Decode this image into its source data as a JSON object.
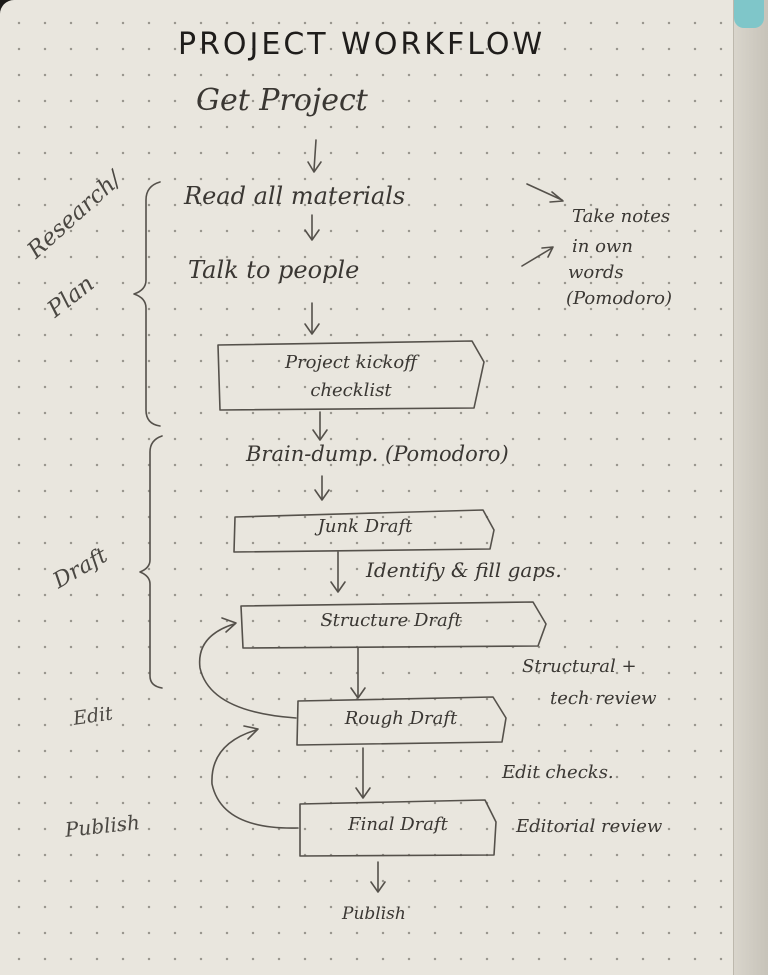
{
  "title": "PROJECT WORKFLOW",
  "steps": {
    "get_project": "Get Project",
    "read_materials": "Read all materials",
    "talk_people": "Talk to people",
    "kickoff_line1": "Project kickoff",
    "kickoff_line2": "checklist",
    "brain_dump": "Brain-dump. (Pomodoro)",
    "junk_draft": "Junk Draft",
    "identify_gaps": "Identify & fill gaps.",
    "structure_draft": "Structure Draft",
    "structural_line1": "Structural +",
    "structural_line2": "tech review",
    "rough_draft": "Rough Draft",
    "edit_checks": "Edit checks.",
    "final_draft": "Final Draft",
    "editorial_review": "Editorial review",
    "publish": "Publish"
  },
  "notes": {
    "line1": "Take notes",
    "line2": "in own",
    "line3": "words",
    "line4": "(Pomodoro)"
  },
  "phases": {
    "research_line1": "Research/",
    "research_line2": "Plan",
    "draft": "Draft",
    "edit": "Edit",
    "publish": "Publish"
  },
  "colors": {
    "paper": "#e9e6de",
    "ink": "#3a3733",
    "ribbon": "#7fc6c9"
  }
}
